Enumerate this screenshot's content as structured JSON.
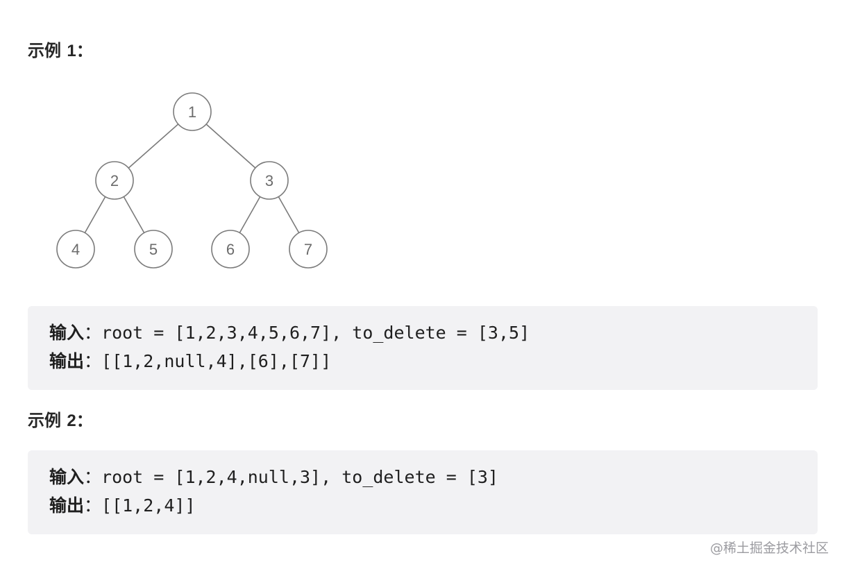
{
  "examples": [
    {
      "heading_prefix": "示例 ",
      "heading_number": "1",
      "heading_suffix": "：",
      "tree": {
        "nodes": [
          {
            "id": "1",
            "label": "1"
          },
          {
            "id": "2",
            "label": "2"
          },
          {
            "id": "3",
            "label": "3"
          },
          {
            "id": "4",
            "label": "4"
          },
          {
            "id": "5",
            "label": "5"
          },
          {
            "id": "6",
            "label": "6"
          },
          {
            "id": "7",
            "label": "7"
          }
        ],
        "edges": [
          [
            "1",
            "2"
          ],
          [
            "1",
            "3"
          ],
          [
            "2",
            "4"
          ],
          [
            "2",
            "5"
          ],
          [
            "3",
            "6"
          ],
          [
            "3",
            "7"
          ]
        ]
      },
      "input_label": "输入",
      "input_colon": "：",
      "input_value": "root = [1,2,3,4,5,6,7], to_delete = [3,5]",
      "output_label": "输出",
      "output_colon": "：",
      "output_value": "[[1,2,null,4],[6],[7]]"
    },
    {
      "heading_prefix": "示例 ",
      "heading_number": "2",
      "heading_suffix": "：",
      "input_label": "输入",
      "input_colon": "：",
      "input_value": "root = [1,2,4,null,3], to_delete = [3]",
      "output_label": "输出",
      "output_colon": "：",
      "output_value": "[[1,2,4]]"
    }
  ],
  "watermark": "@稀土掘金技术社区",
  "colors": {
    "code_background": "#f2f2f4",
    "tree_stroke": "#7a7a7a",
    "tree_label": "#6b6b6b",
    "watermark": "#9b9ba0"
  }
}
